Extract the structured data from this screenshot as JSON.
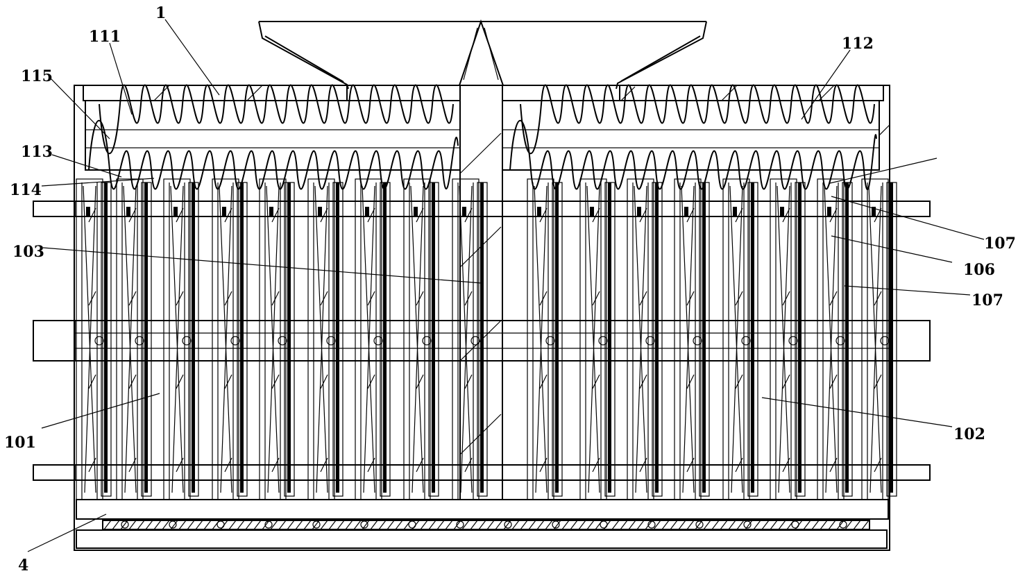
{
  "labels": {
    "l1": "1",
    "l111": "111",
    "l112": "112",
    "l115": "115",
    "l113": "113",
    "l114": "114",
    "l103": "103",
    "l101": "101",
    "l102": "102",
    "l4": "4",
    "l107a": "107",
    "l106": "106",
    "l107b": "107"
  },
  "colors": {
    "stroke": "#000000",
    "background": "#ffffff"
  }
}
